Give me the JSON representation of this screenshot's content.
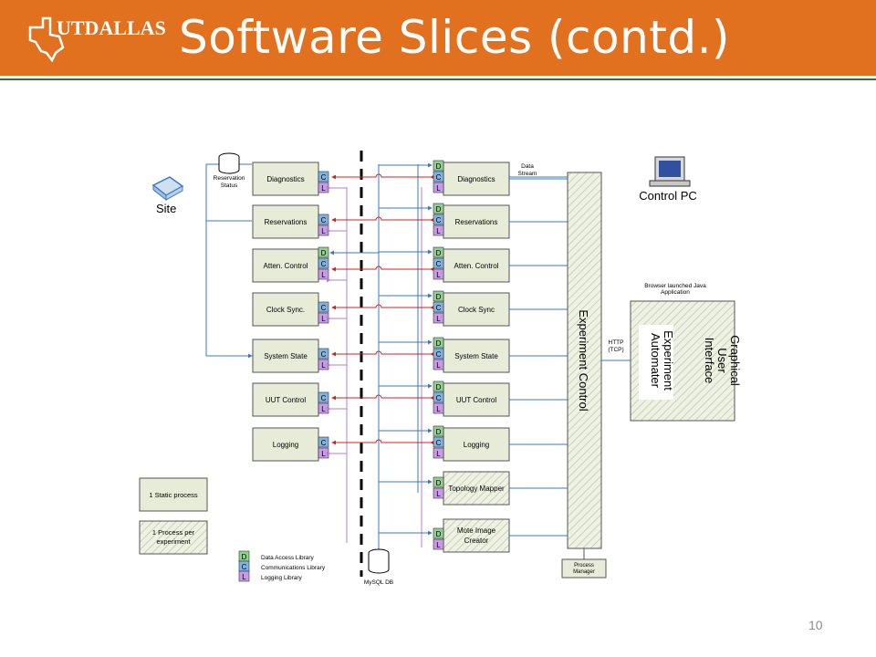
{
  "header": {
    "logo_text": "UTDALLAS",
    "title": "Software Slices (contd.)"
  },
  "diagram": {
    "left_processes": [
      "Diagnostics",
      "Reservations",
      "Atten. Control",
      "Clock Sync.",
      "System State",
      "UUT Control",
      "Logging"
    ],
    "right_processes": [
      "Diagnostics",
      "Reservations",
      "Atten. Control",
      "Clock Sync",
      "System State",
      "UUT Control",
      "Logging",
      "Topology Mapper",
      "Mote Image Creator"
    ],
    "lib_letters": {
      "data": "D",
      "comm": "C",
      "log": "L"
    },
    "site_label": "Site",
    "reservation_status_label": "Reservation Status",
    "data_stream_label": "Data Stream",
    "control_pc_label": "Control PC",
    "experiment_control_label": "Experiment Control",
    "browser_note": "Browser launched Java Application",
    "gui_label": "Graphical User Interface",
    "automater_label": "Experiment Automater",
    "http_label": "HTTP (TCP)",
    "process_manager_label": "Process Manager",
    "mysql_label": "MySQL DB",
    "legend_static": "1 Static process",
    "legend_per_experiment": "1 Process per experiment",
    "legend_libs": [
      "Data Access Library",
      "Communications Library",
      "Logging Library"
    ]
  },
  "page_number": "10",
  "colors": {
    "header": "#e1701f",
    "rule": "#3c6a48",
    "data_lib": "#8fd18f",
    "comm_lib": "#7fb2e5",
    "log_lib": "#c79be8",
    "box_fill": "#e6ecd8",
    "red_link": "#d42020",
    "blue_link": "#3b78c4",
    "purple_link": "#b080d8"
  }
}
